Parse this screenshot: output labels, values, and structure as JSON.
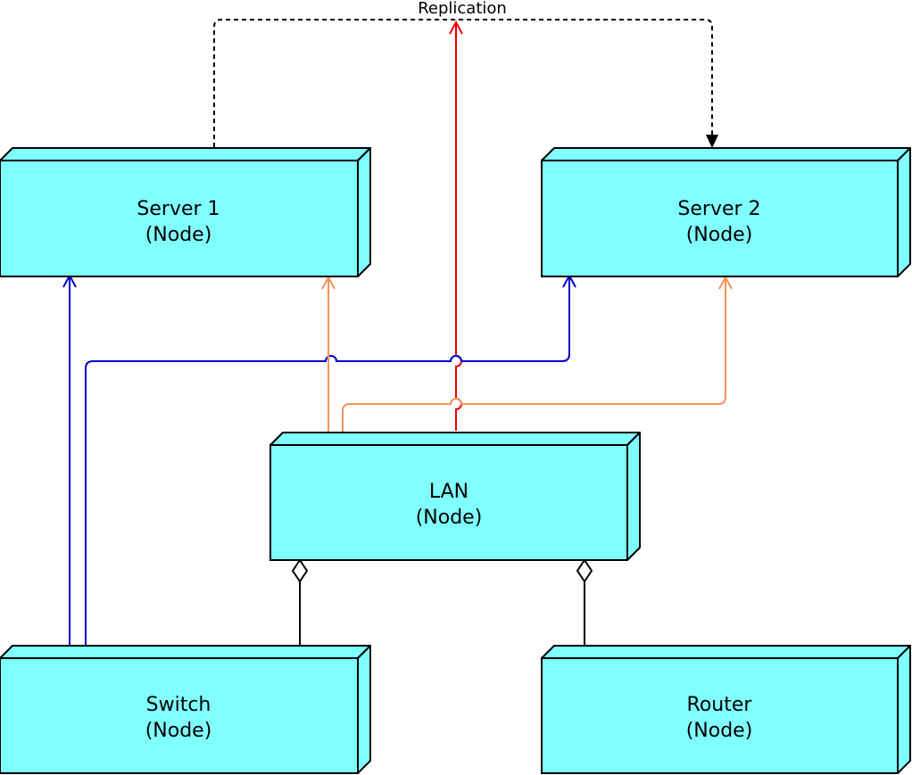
{
  "colors": {
    "node_fill": "#80ffff",
    "outline": "#000000",
    "blue_link": "#0000cc",
    "orange_link": "#f4925a",
    "red_link": "#ee0000",
    "replication_link": "#000000"
  },
  "nodes": {
    "server1": {
      "name": "Server 1",
      "type": "(Node)"
    },
    "server2": {
      "name": "Server 2",
      "type": "(Node)"
    },
    "lan": {
      "name": "LAN",
      "type": "(Node)"
    },
    "switch": {
      "name": "Switch",
      "type": "(Node)"
    },
    "router": {
      "name": "Router",
      "type": "(Node)"
    }
  },
  "connections": {
    "replication": {
      "label": "Replication",
      "from": "Server 1",
      "to": "Server 2",
      "style": "dashed"
    }
  }
}
